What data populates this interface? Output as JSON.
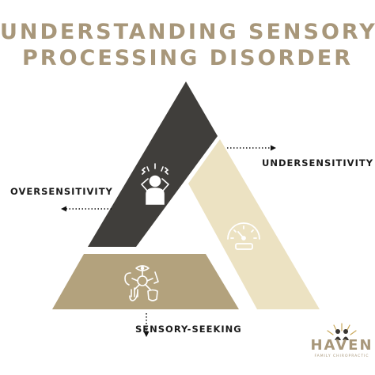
{
  "title": {
    "line1": "UNDERSTANDING SENSORY",
    "line2": "PROCESSING DISORDER"
  },
  "labels": {
    "undersensitivity": "UNDERSENSITIVITY",
    "oversensitivity": "OVERSENSITIVITY",
    "sensory_seeking": "SENSORY-SEEKING"
  },
  "brand": {
    "name": "HAVEN",
    "tagline": "FAMILY CHIROPRACTIC"
  },
  "icons": {
    "oversensitivity": "overwhelmed-person-icon",
    "undersensitivity": "gauge-meter-icon",
    "sensory_seeking": "senses-icon"
  },
  "colors": {
    "dark_segment": "#403e3b",
    "cream_segment": "#ece2c2",
    "tan_segment": "#b3a27d",
    "title": "#a8977a",
    "text": "#1b1b1b"
  }
}
